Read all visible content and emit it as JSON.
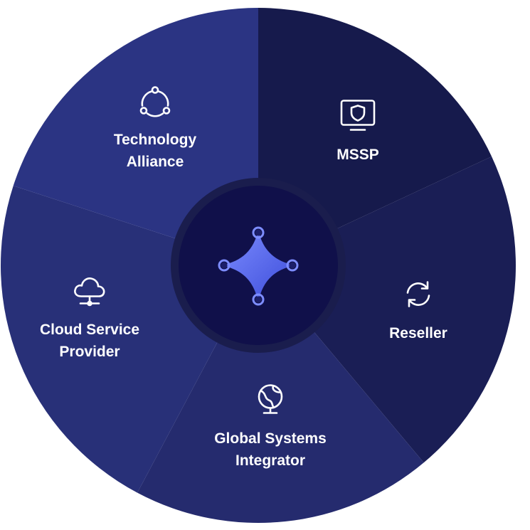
{
  "segments": [
    {
      "id": "mssp",
      "label_lines": [
        "MSSP"
      ],
      "icon": "shield-monitor-icon",
      "color": "#161a4c"
    },
    {
      "id": "reseller",
      "label_lines": [
        "Reseller"
      ],
      "icon": "refresh-arrows-icon",
      "color": "#1a1e55"
    },
    {
      "id": "global-systems-integrator",
      "label_lines": [
        "Global Systems",
        "Integrator"
      ],
      "icon": "globe-network-icon",
      "color": "#252b6e"
    },
    {
      "id": "cloud-service-provider",
      "label_lines": [
        "Cloud Service",
        "Provider"
      ],
      "icon": "cloud-network-icon",
      "color": "#283078"
    },
    {
      "id": "technology-alliance",
      "label_lines": [
        "Technology",
        "Alliance"
      ],
      "icon": "connected-nodes-icon",
      "color": "#2b3483"
    }
  ],
  "colors": {
    "hub_ring": "#1a1d4d",
    "hub_fill": "#10104a",
    "logo_gradient_start": "#7d8dff",
    "logo_gradient_end": "#3a4ad8",
    "logo_dot": "#1c1f6a",
    "text": "#ffffff"
  },
  "center": {
    "icon": "four-point-star-logo-icon"
  }
}
